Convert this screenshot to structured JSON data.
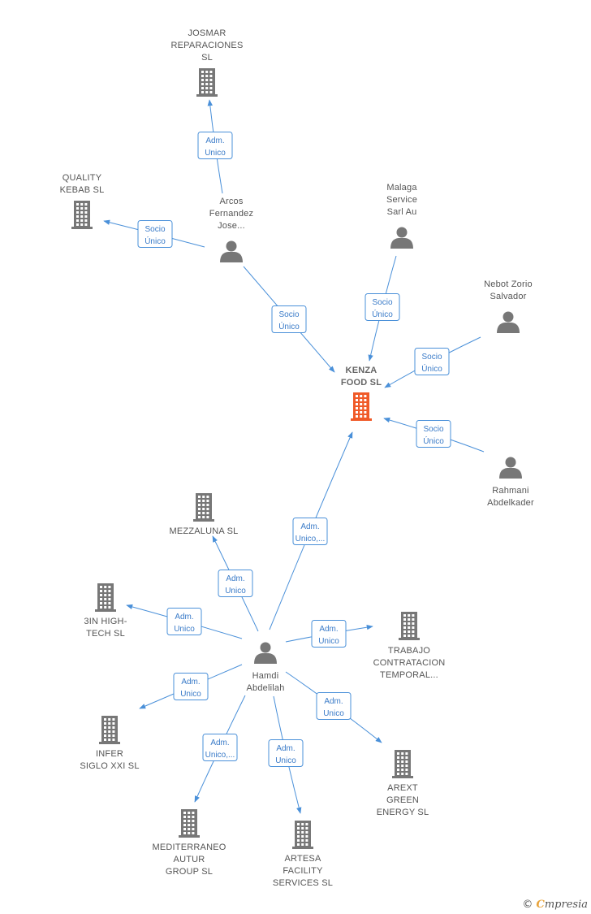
{
  "colors": {
    "accent": "#4a90d9",
    "main_node": "#f05a28",
    "node": "#777777",
    "label": "#555555"
  },
  "nodes": [
    {
      "id": "kenza",
      "type": "company",
      "main": true,
      "label": [
        "KENZA",
        "FOOD  SL"
      ]
    },
    {
      "id": "josmar",
      "type": "company",
      "label": [
        "JOSMAR",
        "REPARACIONES",
        "SL"
      ]
    },
    {
      "id": "quality",
      "type": "company",
      "label": [
        "QUALITY",
        "KEBAB  SL"
      ]
    },
    {
      "id": "arcos",
      "type": "person",
      "label": [
        "Arcos",
        "Fernandez",
        "Jose..."
      ]
    },
    {
      "id": "malaga",
      "type": "person",
      "label": [
        "Malaga",
        "Service",
        "Sarl Au"
      ]
    },
    {
      "id": "nebot",
      "type": "person",
      "label": [
        "Nebot Zorio",
        "Salvador"
      ]
    },
    {
      "id": "rahmani",
      "type": "person",
      "label": [
        "Rahmani",
        "Abdelkader"
      ]
    },
    {
      "id": "mezzaluna",
      "type": "company",
      "label": [
        "MEZZALUNA SL"
      ]
    },
    {
      "id": "3in",
      "type": "company",
      "label": [
        "3IN HIGH-",
        "TECH  SL"
      ]
    },
    {
      "id": "hamdi",
      "type": "person",
      "label": [
        "Hamdi",
        "Abdelilah"
      ]
    },
    {
      "id": "trabajo",
      "type": "company",
      "label": [
        "TRABAJO",
        "CONTRATACION",
        "TEMPORAL..."
      ]
    },
    {
      "id": "infer",
      "type": "company",
      "label": [
        "INFER",
        "SIGLO XXI SL"
      ]
    },
    {
      "id": "arext",
      "type": "company",
      "label": [
        "AREXT",
        "GREEN",
        "ENERGY  SL"
      ]
    },
    {
      "id": "mediterraneo",
      "type": "company",
      "label": [
        "MEDITERRANEO",
        "AUTUR",
        "GROUP  SL"
      ]
    },
    {
      "id": "artesa",
      "type": "company",
      "label": [
        "ARTESA",
        "FACILITY",
        "SERVICES  SL"
      ]
    }
  ],
  "edges": [
    {
      "from": "arcos",
      "to": "josmar",
      "label": [
        "Adm.",
        "Unico"
      ]
    },
    {
      "from": "arcos",
      "to": "quality",
      "label": [
        "Socio",
        "Único"
      ]
    },
    {
      "from": "arcos",
      "to": "kenza",
      "label": [
        "Socio",
        "Único"
      ]
    },
    {
      "from": "malaga",
      "to": "kenza",
      "label": [
        "Socio",
        "Único"
      ]
    },
    {
      "from": "nebot",
      "to": "kenza",
      "label": [
        "Socio",
        "Único"
      ]
    },
    {
      "from": "rahmani",
      "to": "kenza",
      "label": [
        "Socio",
        "Único"
      ]
    },
    {
      "from": "hamdi",
      "to": "kenza",
      "label": [
        "Adm.",
        "Unico,..."
      ]
    },
    {
      "from": "hamdi",
      "to": "mezzaluna",
      "label": [
        "Adm.",
        "Unico"
      ]
    },
    {
      "from": "hamdi",
      "to": "3in",
      "label": [
        "Adm.",
        "Unico"
      ]
    },
    {
      "from": "hamdi",
      "to": "trabajo",
      "label": [
        "Adm.",
        "Unico"
      ]
    },
    {
      "from": "hamdi",
      "to": "infer",
      "label": [
        "Adm.",
        "Unico"
      ]
    },
    {
      "from": "hamdi",
      "to": "arext",
      "label": [
        "Adm.",
        "Unico"
      ]
    },
    {
      "from": "hamdi",
      "to": "mediterraneo",
      "label": [
        "Adm.",
        "Unico,..."
      ]
    },
    {
      "from": "hamdi",
      "to": "artesa",
      "label": [
        "Adm.",
        "Unico"
      ]
    }
  ],
  "footer": {
    "copyright": "©",
    "brand_initial": "C",
    "brand_rest": "mpresia"
  }
}
